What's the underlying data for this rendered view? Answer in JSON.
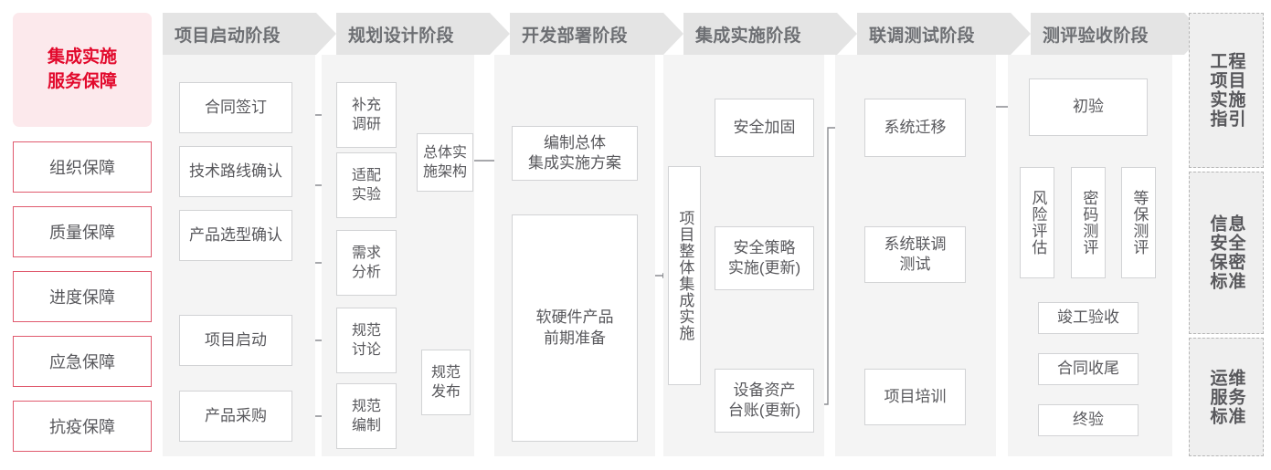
{
  "sidebar": {
    "header_lines": [
      "集成实施",
      "服务保障"
    ],
    "header_text": "集成实施服务保障",
    "items": [
      {
        "label": "组织保障"
      },
      {
        "label": "质量保障"
      },
      {
        "label": "进度保障"
      },
      {
        "label": "应急保障"
      },
      {
        "label": "抗疫保障"
      }
    ]
  },
  "phases": [
    {
      "title": "项目启动阶段"
    },
    {
      "title": "规划设计阶段"
    },
    {
      "title": "开发部署阶段"
    },
    {
      "title": "集成实施阶段"
    },
    {
      "title": "联调测试阶段"
    },
    {
      "title": "测评验收阶段"
    }
  ],
  "nodes": {
    "p1": [
      {
        "label": "合同签订"
      },
      {
        "label": "技术路线确认"
      },
      {
        "label": "产品选型确认"
      },
      {
        "label": "项目启动"
      },
      {
        "label": "产品采购"
      }
    ],
    "p2": [
      {
        "label": "补充\n调研"
      },
      {
        "label": "适配\n实验"
      },
      {
        "label": "需求\n分析"
      },
      {
        "label": "规范\n讨论"
      },
      {
        "label": "规范\n编制"
      },
      {
        "label": "总体实\n施架构"
      },
      {
        "label": "规范\n发布"
      }
    ],
    "p3": [
      {
        "label": "编制总体\n集成实施方案"
      },
      {
        "label": "软硬件产品\n前期准备"
      }
    ],
    "bridge": {
      "label": "项目整体集成实施"
    },
    "p4": [
      {
        "label": "安全加固"
      },
      {
        "label": "安全策略\n实施(更新)"
      },
      {
        "label": "设备资产\n台账(更新)"
      }
    ],
    "p5": [
      {
        "label": "系统迁移"
      },
      {
        "label": "系统联调\n测试"
      },
      {
        "label": "项目培训"
      }
    ],
    "p6": [
      {
        "label": "初验"
      },
      {
        "label": "风险评估"
      },
      {
        "label": "密码测评"
      },
      {
        "label": "等保测评"
      },
      {
        "label": "竣工验收"
      },
      {
        "label": "合同收尾"
      },
      {
        "label": "终验"
      }
    ]
  },
  "standards": [
    {
      "col_right": "程目施引",
      "col_left": "工项实指",
      "full": "工程项目实施指引"
    },
    {
      "col_right": "息全密准",
      "col_left": "信安保标",
      "full": "信息安全保密标准"
    },
    {
      "col_right": "维务准",
      "col_left": "运服标",
      "full": "运维服务标准"
    }
  ],
  "colors": {
    "accent_red": "#e2092c",
    "sidebar_border": "#e05a6e",
    "sidebar_header_bg": "#fce9ec",
    "column_bg": "#f4f4f4",
    "header_bg": "#e4e4e4",
    "node_border": "#d2d3d5",
    "text": "#58585c",
    "wire": "#8a8c90"
  }
}
